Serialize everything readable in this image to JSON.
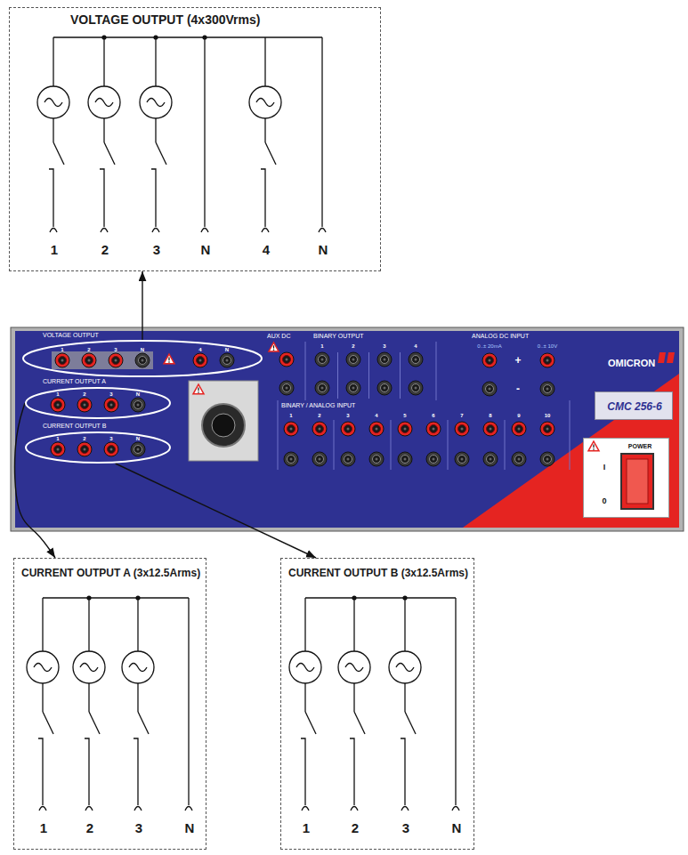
{
  "diagram": {
    "nodes": [
      {
        "text": [
          "VOLTAGE OUTPUT (4x300Vrms)",
          "1",
          "2",
          "3",
          "N",
          "4",
          "N"
        ]
      },
      {
        "text": [
          "OMICRON"
        ]
      },
      {
        "text": [
          "VOLTAGE OUTPUT",
          "1",
          "2",
          "3",
          "N",
          "4",
          "N"
        ],
        "in": 1
      },
      {
        "text": [
          "CURRENT OUTPUT A",
          "1",
          "2",
          "3",
          "N"
        ],
        "in": 1
      },
      {
        "text": [
          "CURRENT OUTPUT B",
          "1",
          "2",
          "3",
          "N"
        ],
        "in": 1
      },
      {
        "text": [
          "CMC 256-6"
        ],
        "in": 1
      },
      {
        "text": [
          "POWER",
          "I",
          "0"
        ],
        "in": 1
      },
      {
        "text": [
          "CURRENT OUTPUT A (3x12.5Arms)",
          "1",
          "2",
          "3",
          "N"
        ]
      },
      {
        "text": [
          "CURRENT OUTPUT B (3x12.5Arms)",
          "1",
          "2",
          "3",
          "N"
        ]
      }
    ],
    "edges": [
      {
        "from": 2,
        "to": 0,
        "arrow": "to"
      },
      {
        "from": 3,
        "to": 7,
        "arrow": "to"
      },
      {
        "from": 4,
        "to": 8,
        "arrow": "to"
      }
    ],
    "labels": [
      "AUX DC",
      "BINARY OUTPUT",
      "1",
      "2",
      "3",
      "4",
      "ANALOG DC INPUT",
      "0..± 20mA",
      "0..± 10V",
      "+",
      "-",
      "BINARY / ANALOG INPUT",
      "1",
      "2",
      "3",
      "4",
      "5",
      "6",
      "7",
      "8",
      "9",
      "10"
    ]
  }
}
